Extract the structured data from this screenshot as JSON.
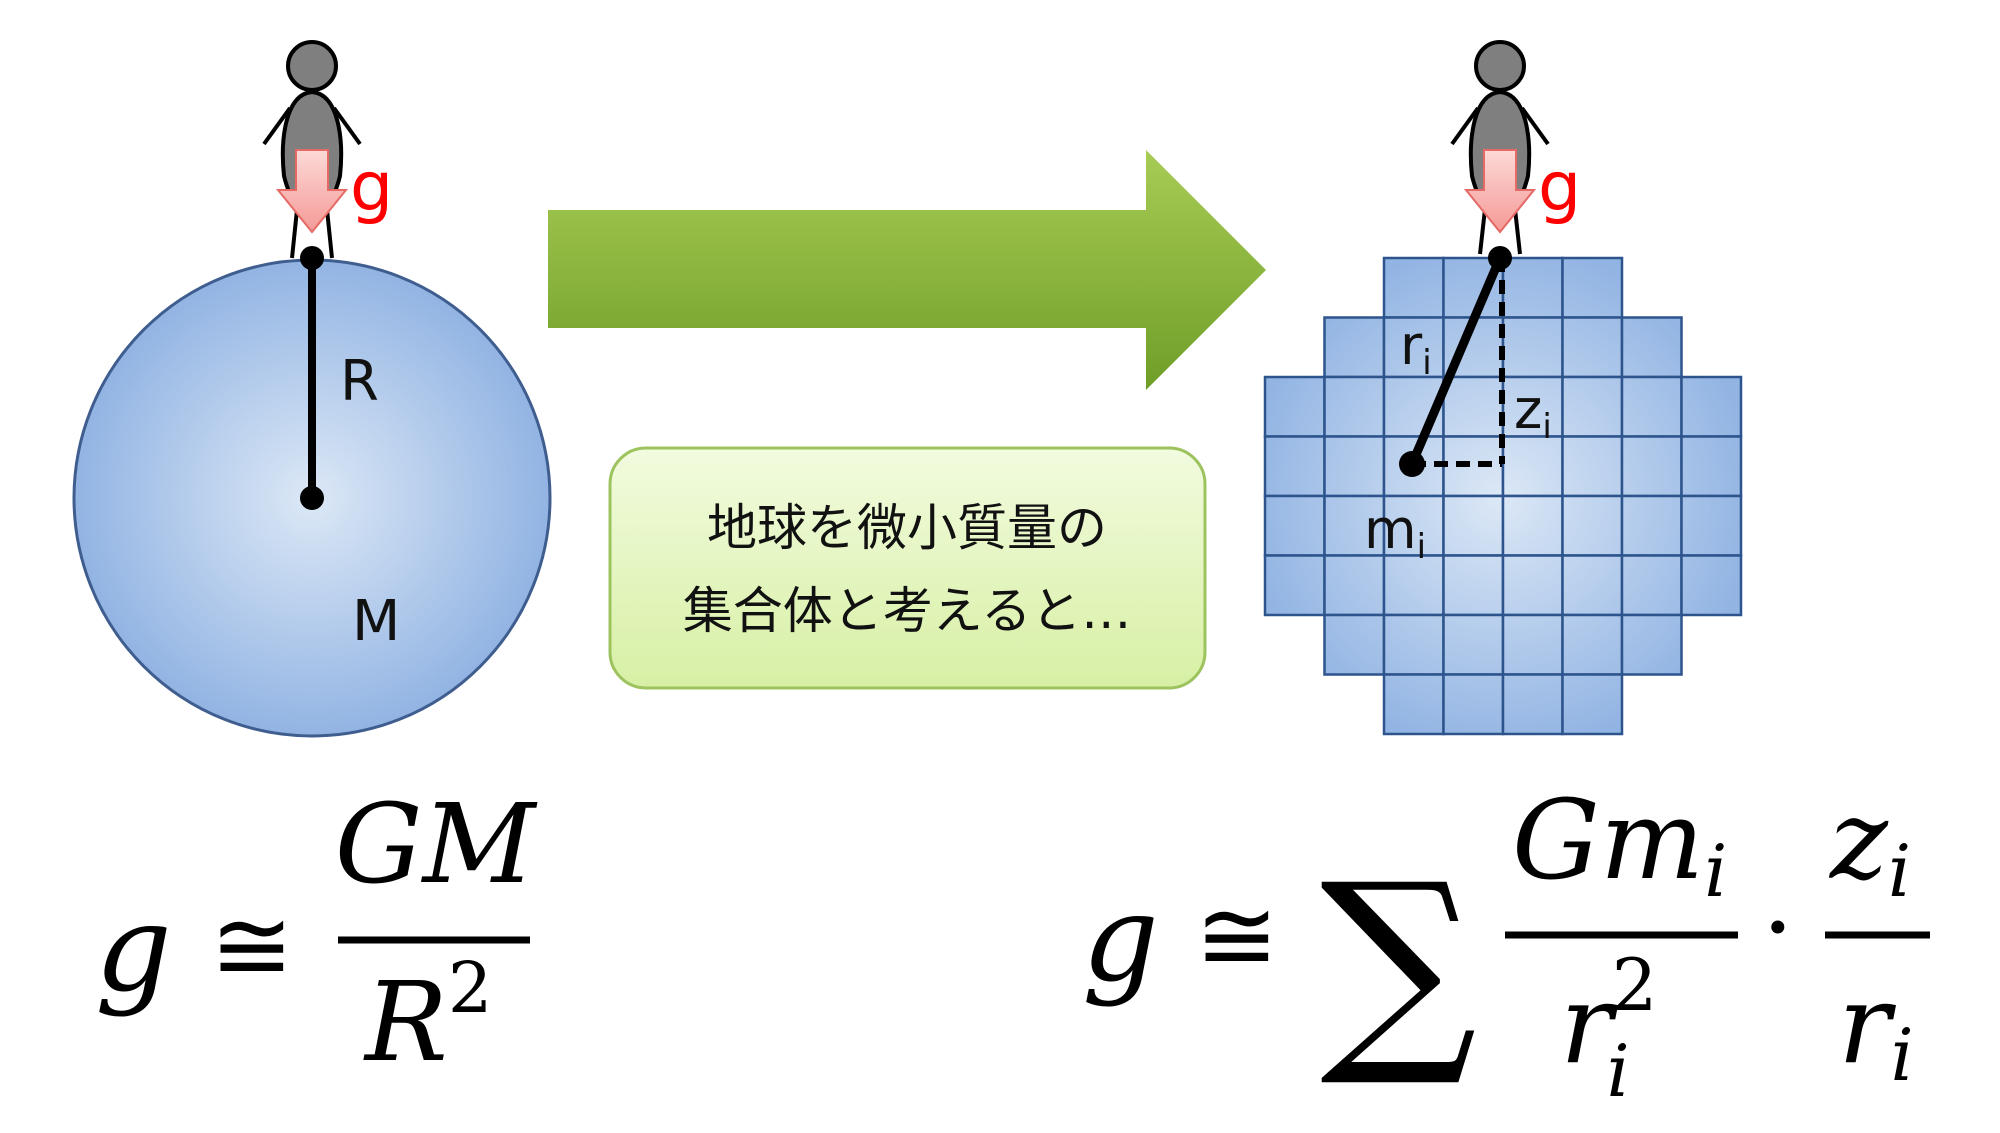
{
  "diagram": {
    "left_model": {
      "force_label": "g",
      "radius_label": "R",
      "mass_label": "M"
    },
    "callout": {
      "line1": "地球を微小質量の",
      "line2": "集合体と考えると…"
    },
    "right_model": {
      "force_label": "g",
      "distance_label": {
        "base": "r",
        "sub": "i"
      },
      "vertical_label": {
        "base": "z",
        "sub": "i"
      },
      "mass_label": {
        "base": "m",
        "sub": "i"
      }
    }
  },
  "formulas": {
    "left": {
      "lhs": "g",
      "relation": "≅",
      "numerator": "GM",
      "denominator_base": "R",
      "denominator_exp": "2"
    },
    "right": {
      "lhs": "g",
      "relation": "≅",
      "operator": "∑",
      "frac1_numerator_base": "Gm",
      "frac1_numerator_sub": "i",
      "frac1_denominator_base": "r",
      "frac1_denominator_sub": "i",
      "frac1_denominator_exp": "2",
      "dot": "·",
      "frac2_numerator_base": "z",
      "frac2_numerator_sub": "i",
      "frac2_denominator_base": "r",
      "frac2_denominator_sub": "i"
    }
  },
  "colors": {
    "sphere_fill_center": "#DCE8F6",
    "sphere_fill_edge": "#92B4E3",
    "sphere_stroke": "#3F5E8F",
    "grid_stroke": "#2D548C",
    "arrow_green_light": "#A8CC55",
    "arrow_green_dark": "#6E9E28",
    "callout_fill_top": "#F2FBDF",
    "callout_fill_bottom": "#D7F0A4",
    "callout_stroke": "#9CC35E",
    "force_arrow_fill": "#F7A8A5",
    "force_arrow_stroke": "#E56A66",
    "force_label": "#FF0000",
    "person_fill": "#7F7F7F"
  }
}
